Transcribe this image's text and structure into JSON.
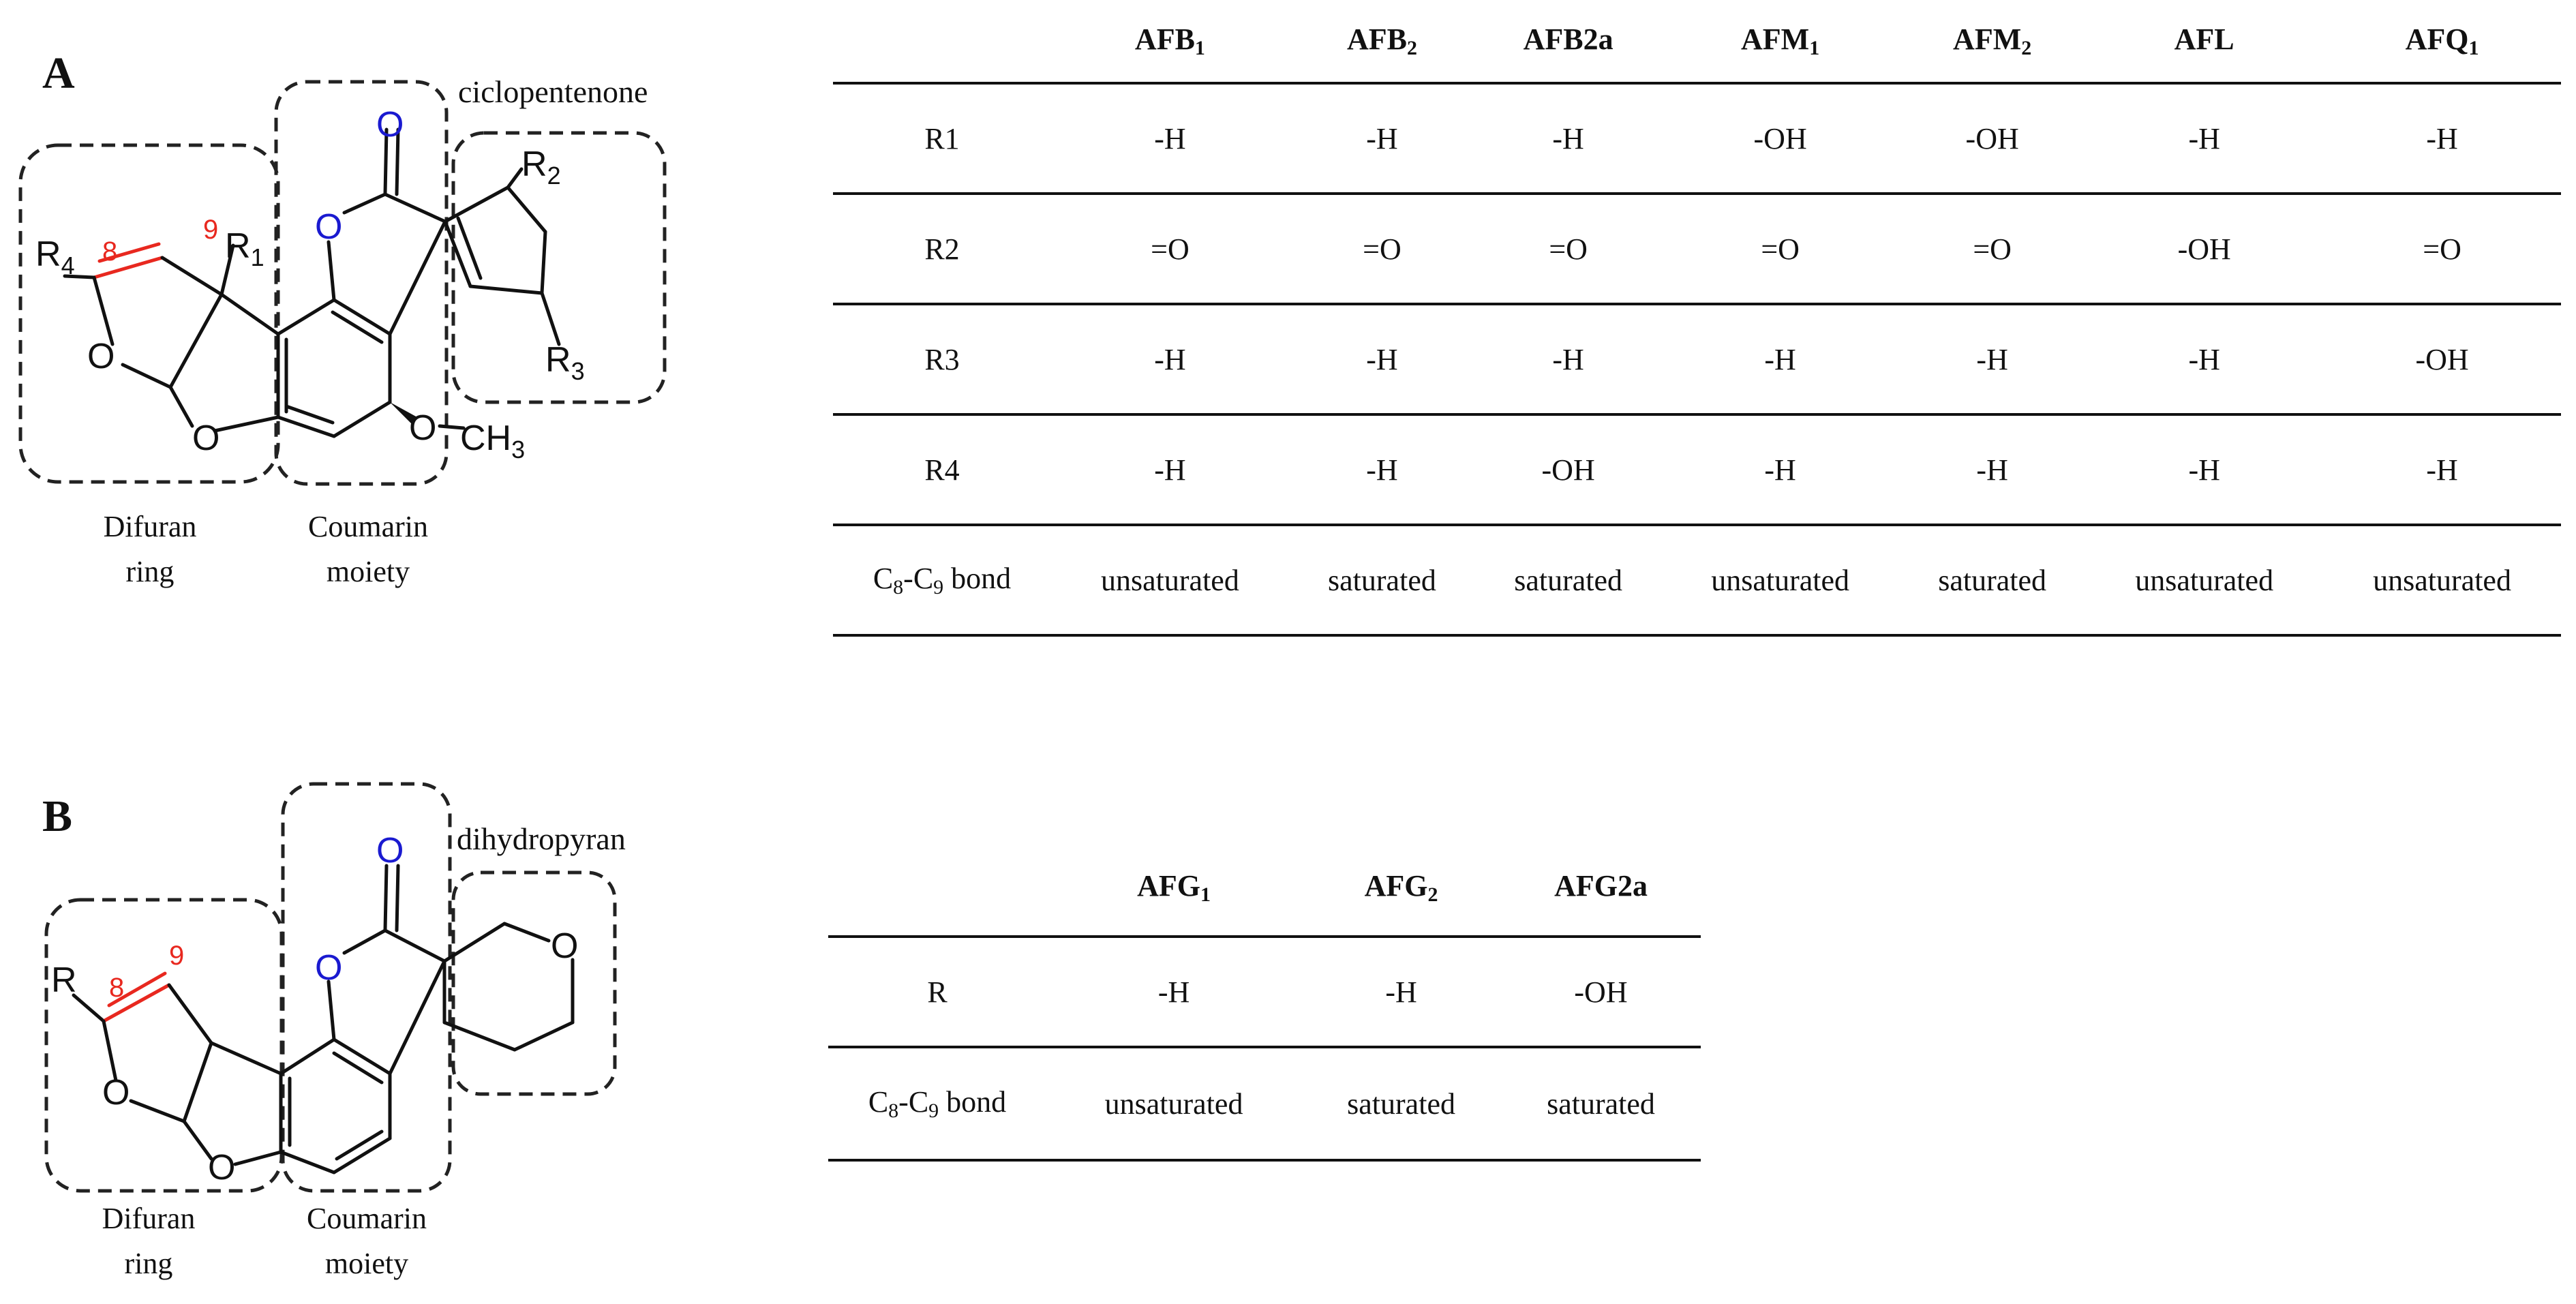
{
  "panelA": {
    "letter": "A",
    "labels": {
      "difuran": [
        "Difuran",
        "ring"
      ],
      "coumarin": [
        "Coumarin",
        "moiety"
      ],
      "third": "ciclopentenone"
    },
    "atoms": {
      "O": "O",
      "R1": "R",
      "R1sub": "1",
      "R2": "R",
      "R2sub": "2",
      "R3": "R",
      "R3sub": "3",
      "R4": "R",
      "R4sub": "4",
      "OMe": "O",
      "CH3": "CH",
      "CH3sub": "3",
      "n8": "8",
      "n9": "9"
    },
    "table": {
      "columns": [
        {
          "base": "AFB",
          "sub": "1"
        },
        {
          "base": "AFB",
          "sub": "2"
        },
        {
          "base": "AFB2a",
          "sub": ""
        },
        {
          "base": "AFM",
          "sub": "1"
        },
        {
          "base": "AFM",
          "sub": "2"
        },
        {
          "base": "AFL",
          "sub": ""
        },
        {
          "base": "AFQ",
          "sub": "1"
        }
      ],
      "rows": [
        {
          "label": "R1",
          "cells": [
            "-H",
            "-H",
            "-H",
            "-OH",
            "-OH",
            "-H",
            "-H"
          ]
        },
        {
          "label": "R2",
          "cells": [
            "=O",
            "=O",
            "=O",
            "=O",
            "=O",
            "-OH",
            "=O"
          ]
        },
        {
          "label": "R3",
          "cells": [
            "-H",
            "-H",
            "-H",
            "-H",
            "-H",
            "-H",
            "-OH"
          ]
        },
        {
          "label": "R4",
          "cells": [
            "-H",
            "-H",
            "-OH",
            "-H",
            "-H",
            "-H",
            "-H"
          ]
        }
      ],
      "bond_row": {
        "c8": "C",
        "s8": "8",
        "dash": "-C",
        "s9": "9",
        "tail": " bond",
        "cells": [
          "unsaturated",
          "saturated",
          "saturated",
          "unsaturated",
          "saturated",
          "unsaturated",
          "unsaturated"
        ]
      }
    }
  },
  "panelB": {
    "letter": "B",
    "labels": {
      "difuran": [
        "Difuran",
        "ring"
      ],
      "coumarin": [
        "Coumarin",
        "moiety"
      ],
      "third": "dihydropyran"
    },
    "atoms": {
      "O": "O",
      "R": "R",
      "n8": "8",
      "n9": "9"
    },
    "table": {
      "columns": [
        {
          "base": "AFG",
          "sub": "1"
        },
        {
          "base": "AFG",
          "sub": "2"
        },
        {
          "base": "AFG2a",
          "sub": ""
        }
      ],
      "rows": [
        {
          "label": "R",
          "cells": [
            "-H",
            "-H",
            "-OH"
          ]
        }
      ],
      "bond_row": {
        "c8": "C",
        "s8": "8",
        "dash": "-C",
        "s9": "9",
        "tail": " bond",
        "cells": [
          "unsaturated",
          "saturated",
          "saturated"
        ]
      }
    }
  }
}
